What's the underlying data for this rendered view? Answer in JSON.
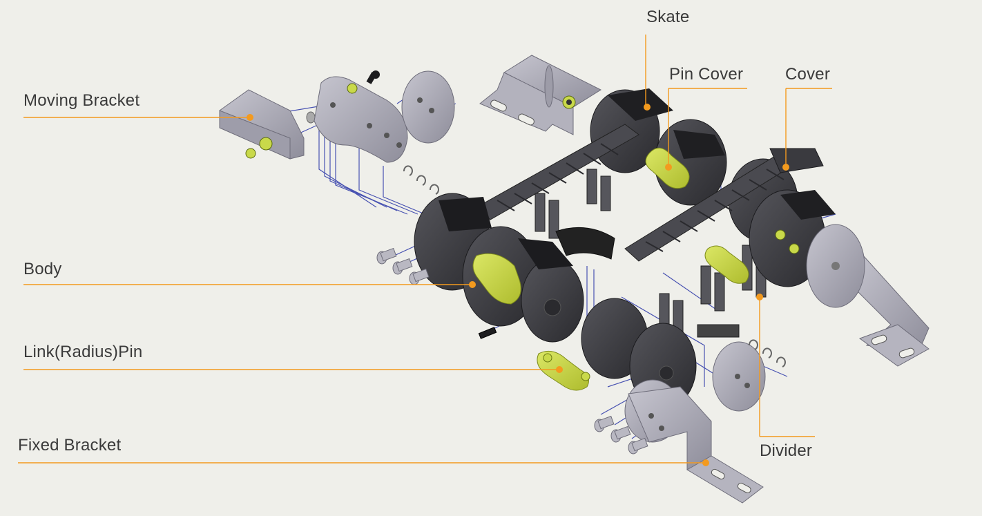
{
  "labels": {
    "skate": "Skate",
    "pin_cover": "Pin Cover",
    "cover": "Cover",
    "moving_bracket": "Moving Bracket",
    "body": "Body",
    "link_pin": "Link(Radius)Pin",
    "fixed_bracket": "Fixed Bracket",
    "divider": "Divider"
  },
  "colors": {
    "background": "#efefea",
    "leader": "#f39a1e",
    "assembly_line": "#2a36a8",
    "metal": "#a9a8b4",
    "metal_dark": "#7d7c89",
    "plastic": "#3f3f44",
    "plastic_dark": "#1f1f22",
    "pin_green": "#c9d94a",
    "text": "#3a3a3a"
  }
}
